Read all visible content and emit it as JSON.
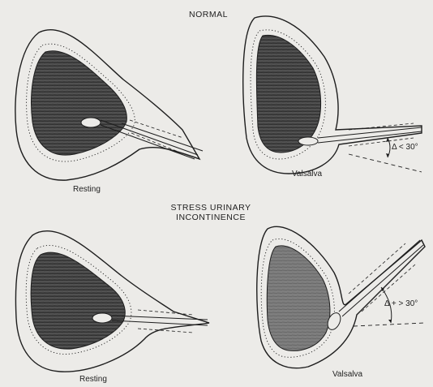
{
  "figure": {
    "heading_top": "NORMAL",
    "heading_middle": [
      "STRESS URINARY",
      "INCONTINENCE"
    ],
    "panels": {
      "normal_resting": {
        "label": "Resting"
      },
      "normal_valsalva": {
        "label": "Valsalva",
        "angle": "Δ < 30°"
      },
      "sui_resting": {
        "label": "Resting"
      },
      "sui_valsalva": {
        "label": "Valsalva",
        "angle": "Δ + > 30°"
      }
    }
  },
  "colors": {
    "paper": "#ecebe8",
    "ink": "#1e1e1e",
    "bladder_fill": "#4a4a4a"
  }
}
